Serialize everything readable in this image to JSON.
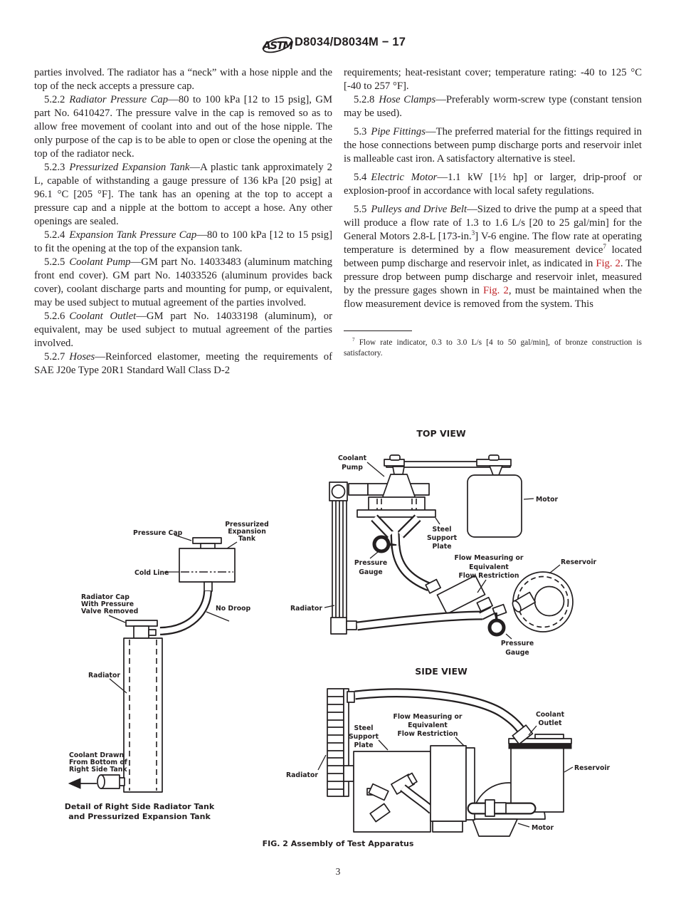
{
  "header": {
    "title": "D8034/D8034M − 17",
    "logo_text": "ASTM"
  },
  "colors": {
    "fig_link": "#c02428",
    "text": "#231f20"
  },
  "page": {
    "number": "3"
  },
  "left_column": {
    "intro": "parties involved. The radiator has a “neck” with a hose nipple and the top of the neck accepts a pressure cap.",
    "s522_num": "5.2.2",
    "s522_title": "Radiator Pressure Cap",
    "s522_body": "—80 to 100 kPa [12 to 15 psig], GM part No. 6410427. The pressure valve in the cap is removed so as to allow free movement of coolant into and out of the hose nipple. The only purpose of the cap is to be able to open or close the opening at the top of the radiator neck.",
    "s523_num": "5.2.3",
    "s523_title": "Pressurized Expansion Tank",
    "s523_body": "—A plastic tank approximately 2 L, capable of withstanding a gauge pressure of 136 kPa [20 psig] at 96.1 °C [205 °F]. The tank has an opening at the top to accept a pressure cap and a nipple at the bottom to accept a hose. Any other openings are sealed.",
    "s524_num": "5.2.4",
    "s524_title": "Expansion Tank Pressure Cap",
    "s524_body": "—80 to 100 kPa [12 to 15 psig] to fit the opening at the top of the expansion tank.",
    "s525_num": "5.2.5",
    "s525_title": "Coolant Pump",
    "s525_body": "—GM part No. 14033483 (aluminum matching front end cover). GM part No. 14033526 (aluminum provides back cover), coolant discharge parts and mounting for pump, or equivalent, may be used subject to mutual agreement of the parties involved.",
    "s526_num": "5.2.6",
    "s526_title": "Coolant Outlet",
    "s526_body": "—GM part No. 14033198 (aluminum), or equivalent, may be used subject to mutual agreement of the parties involved.",
    "s527_num": "5.2.7",
    "s527_title": "Hoses",
    "s527_body": "—Reinforced elastomer, meeting the requirements of SAE J20e Type 20R1 Standard Wall Class D-2"
  },
  "right_column": {
    "intro": "requirements; heat-resistant cover; temperature rating: -40 to 125 °C [-40 to 257 °F].",
    "s528_num": "5.2.8",
    "s528_title": "Hose Clamps",
    "s528_body": "—Preferably worm-screw type (constant tension may be used).",
    "s53_num": "5.3",
    "s53_title": "Pipe Fittings",
    "s53_body": "—The preferred material for the fittings required in the hose connections between pump discharge ports and reservoir inlet is malleable cast iron. A satisfactory alternative is steel.",
    "s54_num": "5.4",
    "s54_title": "Electric Motor",
    "s54_body": "—1.1 kW [1½ hp] or larger, drip-proof or explosion-proof in accordance with local safety regulations.",
    "s55_num": "5.5",
    "s55_title": "Pulleys and Drive Belt",
    "s55_b1": "—Sized to drive the pump at a speed that will produce a flow rate of 1.3 to 1.6 L/s [20 to 25 gal/min] for the General Motors 2.8-L [173-in.",
    "s55_sup3": "3",
    "s55_b2": "] V-6 engine. The flow rate at operating temperature is determined by a flow measurement device",
    "s55_sup7": "7",
    "s55_b3": " located between pump discharge and reservoir inlet, as indicated in ",
    "s55_fig1": "Fig. 2",
    "s55_b4": ". The pressure drop between pump discharge and reservoir inlet, measured by the pressure gages shown in ",
    "s55_fig2": "Fig. 2",
    "s55_b5": ", must be maintained when the flow measurement device is removed from the system. This",
    "footnote_sup": "7",
    "footnote_text": " Flow rate indicator, 0.3 to 3.0 L/s [4 to 50 gal/min], of bronze construction is satisfactory."
  },
  "figure": {
    "caption": "FIG. 2 Assembly of Test Apparatus",
    "top_view": {
      "title": "TOP VIEW",
      "labels": {
        "coolant_pump1": "Coolant",
        "coolant_pump2": "Pump",
        "motor": "Motor",
        "steel1": "Steel",
        "steel2": "Support",
        "steel3": "Plate",
        "gauge1a": "Pressure",
        "gauge1b": "Gauge",
        "flow1": "Flow Measuring or",
        "flow2": "Equivalent",
        "flow3": "Flow Restriction",
        "reservoir": "Reservoir",
        "radiator": "Radiator",
        "gauge2a": "Pressure",
        "gauge2b": "Gauge"
      }
    },
    "side_view": {
      "title": "SIDE VIEW",
      "labels": {
        "flow1": "Flow Measuring or",
        "flow2": "Equivalent",
        "flow3": "Flow Restriction",
        "steel1": "Steel",
        "steel2": "Support",
        "steel3": "Plate",
        "outlet1": "Coolant",
        "outlet2": "Outlet",
        "radiator": "Radiator",
        "reservoir": "Reservoir",
        "motor": "Motor"
      }
    },
    "detail": {
      "labels": {
        "pressure_cap": "Pressure Cap",
        "ptank1": "Pressurized",
        "ptank2": "Expansion",
        "ptank3": "Tank",
        "cold_line": "Cold Line",
        "rcap1": "Radiator Cap",
        "rcap2": "With Pressure",
        "rcap3": "Valve Removed",
        "no_droop": "No Droop",
        "radiator": "Radiator",
        "cd1": "Coolant Drawn",
        "cd2": "From Bottom of",
        "cd3": "Right Side Tank"
      },
      "caption1": "Detail of Right Side Radiator Tank",
      "caption2": "and Pressurized Expansion Tank"
    }
  }
}
